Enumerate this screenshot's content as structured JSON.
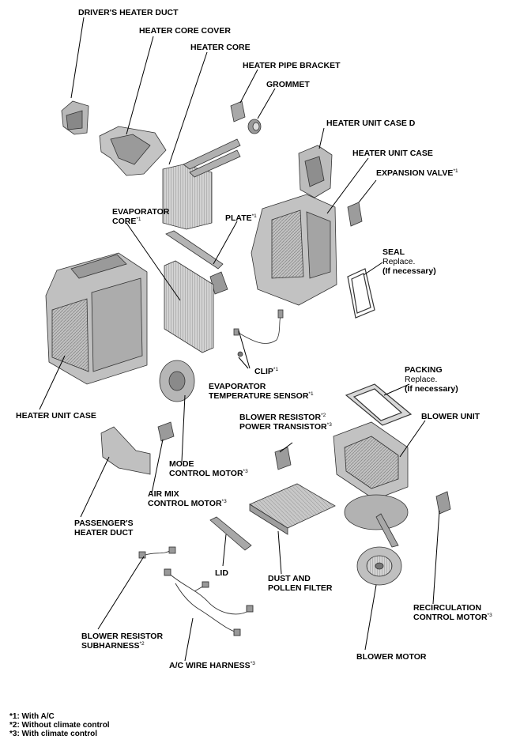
{
  "parts": {
    "drivers_heater_duct": "DRIVER'S HEATER DUCT",
    "heater_core_cover": "HEATER CORE COVER",
    "heater_core": "HEATER CORE",
    "heater_pipe_bracket": "HEATER PIPE BRACKET",
    "grommet": "GROMMET",
    "heater_unit_case_d": "HEATER UNIT CASE D",
    "heater_unit_case_top": "HEATER UNIT CASE",
    "expansion_valve": "EXPANSION VALVE",
    "expansion_valve_note": "1",
    "evaporator_core_1": "EVAPORATOR",
    "evaporator_core_2": "CORE",
    "evaporator_core_note": "1",
    "plate": "PLATE",
    "plate_note": "1",
    "seal": "SEAL",
    "seal_replace": "Replace.",
    "seal_if_necessary": "(If necessary)",
    "clip": "CLIP",
    "clip_note": "1",
    "evap_temp_sensor_1": "EVAPORATOR",
    "evap_temp_sensor_2": "TEMPERATURE SENSOR",
    "evap_temp_sensor_note": "1",
    "packing": "PACKING",
    "packing_replace": "Replace.",
    "packing_if_necessary": "(If necessary)",
    "heater_unit_case_left": "HEATER UNIT CASE",
    "blower_resistor": "BLOWER RESISTOR",
    "blower_resistor_note": "2",
    "power_transistor": "POWER TRANSISTOR",
    "power_transistor_note": "3",
    "blower_unit": "BLOWER UNIT",
    "mode_motor_1": "MODE",
    "mode_motor_2": "CONTROL MOTOR",
    "mode_motor_note": "3",
    "air_mix_motor_1": "AIR MIX",
    "air_mix_motor_2": "CONTROL MOTOR",
    "air_mix_motor_note": "3",
    "passengers_duct_1": "PASSENGER'S",
    "passengers_duct_2": "HEATER DUCT",
    "lid": "LID",
    "dust_filter_1": "DUST AND",
    "dust_filter_2": "POLLEN FILTER",
    "recirc_motor_1": "RECIRCULATION",
    "recirc_motor_2": "CONTROL MOTOR",
    "recirc_motor_note": "3",
    "blower_res_sub_1": "BLOWER RESISTOR",
    "blower_res_sub_2": "SUBHARNESS",
    "blower_res_sub_note": "2",
    "blower_motor": "BLOWER MOTOR",
    "ac_wire_harness": "A/C WIRE HARNESS",
    "ac_wire_harness_note": "3"
  },
  "footnotes": [
    "*1: With A/C",
    "*2: Without climate control",
    "*3: With climate control"
  ]
}
